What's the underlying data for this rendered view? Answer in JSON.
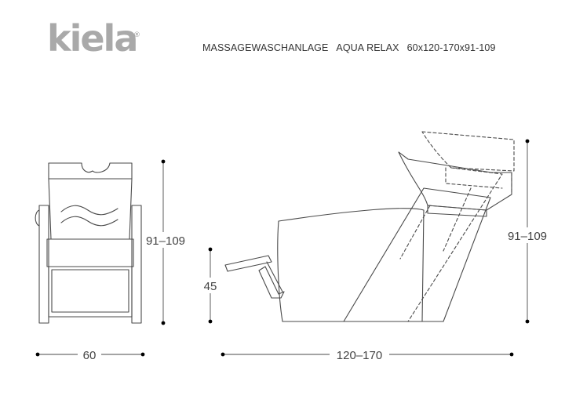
{
  "brand": {
    "logo_text": "kiela",
    "registered": "®"
  },
  "title": {
    "product_type": "MASSAGEWASCHANLAGE",
    "model": "AQUA RELAX",
    "dimensions": "60x120-170x91-109"
  },
  "dimensions": {
    "front_width": "60",
    "front_height": "91–109",
    "side_length": "120–170",
    "side_height": "91–109",
    "footrest_height": "45"
  },
  "colors": {
    "line": "#4a4a4a",
    "logo": "#a9a9a9"
  }
}
